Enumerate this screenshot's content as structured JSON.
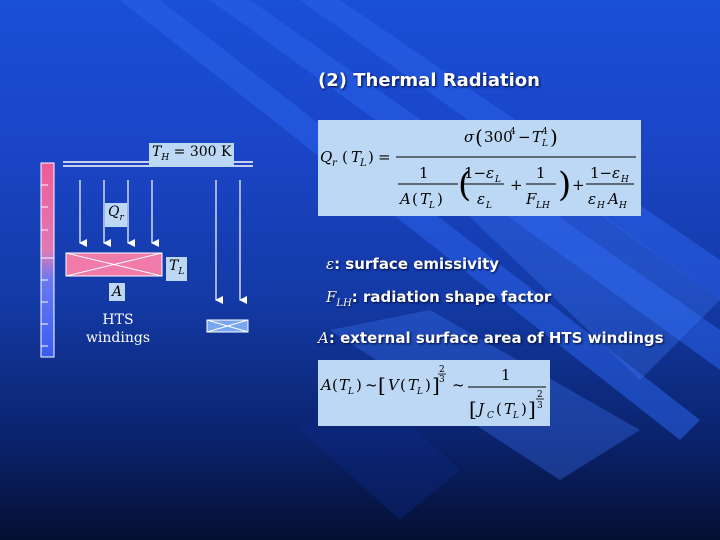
{
  "slide": {
    "title": "(2) Thermal Radiation"
  },
  "diagram": {
    "th_label": "T_H = 300 K",
    "qr_label": "Q_r",
    "tl_label": "T_L",
    "a_label": "A",
    "hts_label_line1": "HTS",
    "hts_label_line2": "windings"
  },
  "equations": {
    "radiation": "Q_r(T_L) = σ(300^4 − T_L^4) / [ 1/A(T_L) · ((1−ε_L)/ε_L + 1/F_LH) + (1−ε_H)/(ε_H A_H) ]",
    "area_scaling": "A(T_L) ~ [V(T_L)]^(2/3) ~ 1 / [J_C(T_L)]^(2/3)"
  },
  "definitions": [
    {
      "symbol": "ε",
      "text": ": surface emissivity"
    },
    {
      "symbol": "F_LH",
      "text": ": radiation shape factor"
    },
    {
      "symbol": "A",
      "text": ": external surface area of HTS windings"
    }
  ],
  "colors": {
    "accent_pink": "#f07aa8",
    "box_blue": "#bcd8f5",
    "bar_blue": "#4a6cf0"
  }
}
